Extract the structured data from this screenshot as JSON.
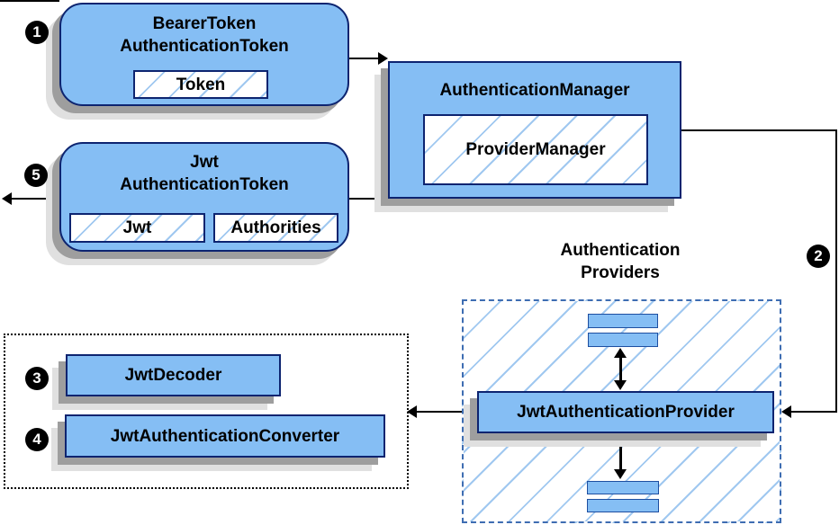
{
  "diagram": {
    "steps": {
      "s1": "1",
      "s2": "2",
      "s3": "3",
      "s4": "4",
      "s5": "5"
    },
    "nodes": {
      "bearer": {
        "line1": "BearerToken",
        "line2": "AuthenticationToken",
        "chip": "Token"
      },
      "manager": {
        "title": "AuthenticationManager",
        "chip": "ProviderManager"
      },
      "jwt_token": {
        "line1": "Jwt",
        "line2": "AuthenticationToken",
        "chip_jwt": "Jwt",
        "chip_authorities": "Authorities"
      },
      "providers_group": {
        "line1": "Authentication",
        "line2": "Providers"
      },
      "jwt_provider": {
        "title": "JwtAuthenticationProvider"
      },
      "jwt_decoder": {
        "title": "JwtDecoder"
      },
      "jwt_converter": {
        "title": "JwtAuthenticationConverter"
      }
    },
    "colors": {
      "node_fill": "#85bef4",
      "node_border": "#0d2470",
      "hatch_line": "#a0c8f0",
      "dashed_border": "#3e6db2",
      "dotted_border": "#000000",
      "shadow_dark": "#9e9e9e",
      "shadow_light": "#e0e0e0",
      "connector": "#000000",
      "step_bg": "#000000",
      "step_text": "#ffffff"
    }
  }
}
